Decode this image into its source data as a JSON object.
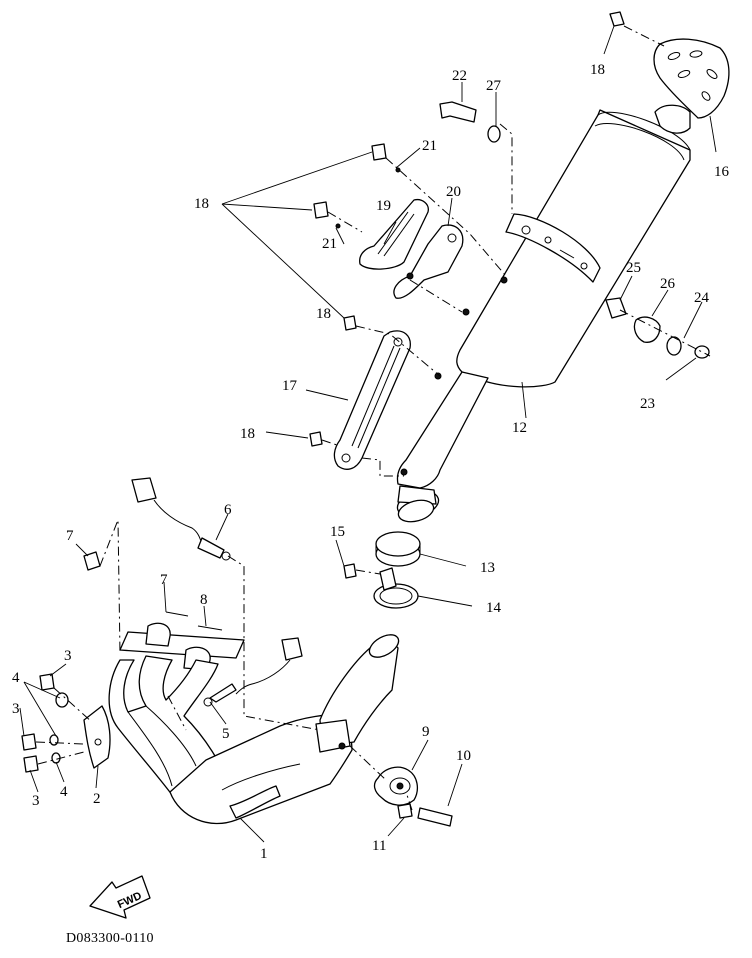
{
  "diagram": {
    "code": "D083300-0110",
    "fwd_label": "FWD",
    "callouts": [
      "1",
      "2",
      "3",
      "3",
      "3",
      "4",
      "4",
      "5",
      "6",
      "7",
      "7",
      "8",
      "9",
      "10",
      "11",
      "12",
      "13",
      "14",
      "15",
      "16",
      "17",
      "18",
      "18",
      "18",
      "18",
      "19",
      "20",
      "21",
      "21",
      "22",
      "23",
      "24",
      "25",
      "26",
      "27"
    ]
  }
}
